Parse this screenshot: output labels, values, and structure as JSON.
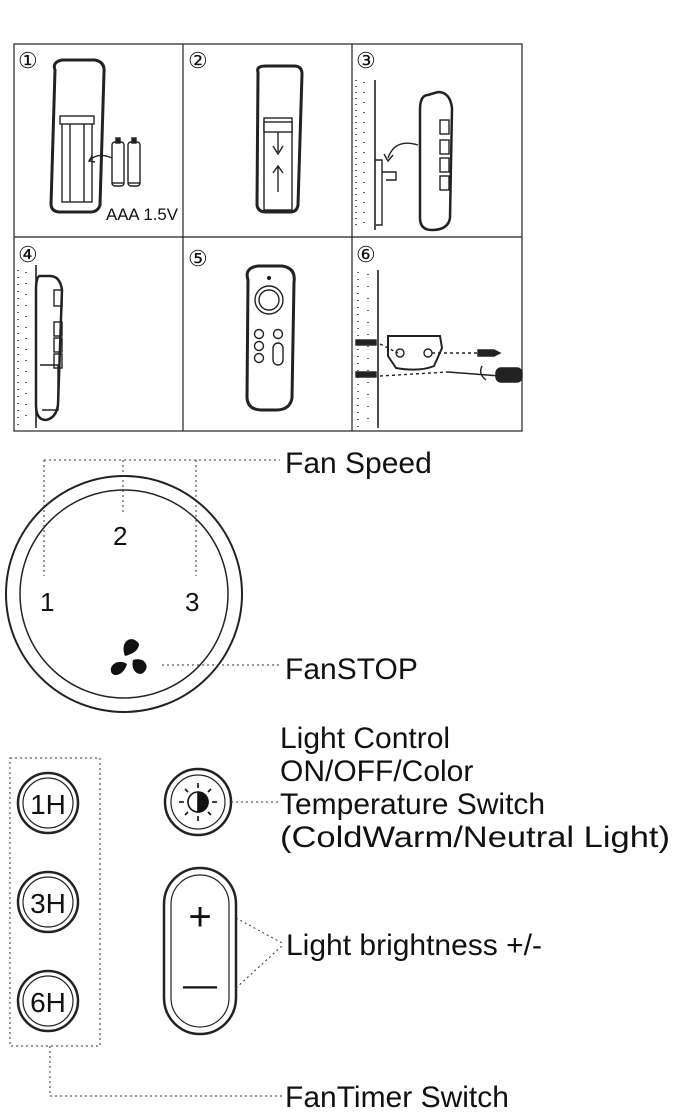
{
  "steps": [
    {
      "number": "①"
    },
    {
      "number": "②"
    },
    {
      "number": "③"
    },
    {
      "number": "④"
    },
    {
      "number": "⑤"
    },
    {
      "number": "⑥"
    }
  ],
  "battery_label": "AAA 1.5V",
  "dial": {
    "speed_1": "1",
    "speed_2": "2",
    "speed_3": "3",
    "fan_speed_label": "Fan Speed",
    "fan_stop_label": "FanSTOP",
    "fan_stop_icon": "fan-icon"
  },
  "light": {
    "control_lines": [
      "Light Control",
      "ON/OFF/Color",
      "Temperature Switch",
      "(ColdWarm/Neutral Light)"
    ],
    "button_icon": "bulb-sun-icon",
    "brightness_label": "Light brightness +/-",
    "plus": "+",
    "minus": "—"
  },
  "timer": {
    "buttons": [
      "1H",
      "3H",
      "6H"
    ],
    "label": "FanTimer Switch"
  }
}
